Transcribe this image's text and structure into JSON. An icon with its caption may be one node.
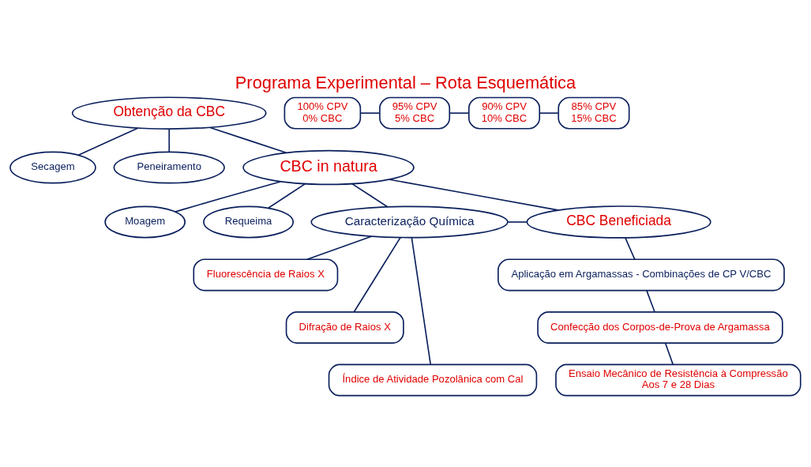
{
  "diagram": {
    "title": "Programa Experimental – Rota Esquemática",
    "nodes": [
      {
        "text": [
          "Obtenção da CBC"
        ]
      },
      {
        "text": [
          "Secagem"
        ]
      },
      {
        "text": [
          "Peneiramento"
        ]
      },
      {
        "text": [
          "CBC in natura"
        ]
      },
      {
        "text": [
          "Moagem"
        ]
      },
      {
        "text": [
          "Requeima"
        ]
      },
      {
        "text": [
          "Caracterização Química"
        ]
      },
      {
        "text": [
          "CBC Beneficiada"
        ]
      },
      {
        "text": [
          "Fluorescência de Raios X"
        ]
      },
      {
        "text": [
          "Difração de Raios X"
        ]
      },
      {
        "text": [
          "Índice de Atividade Pozolânica com Cal"
        ]
      },
      {
        "text": [
          "Aplicação em Argamassas - Combinações de CP V/CBC"
        ]
      },
      {
        "text": [
          "100% CPV",
          "0% CBC"
        ]
      },
      {
        "text": [
          "95% CPV",
          "5% CBC"
        ]
      },
      {
        "text": [
          "90% CPV",
          "10% CBC"
        ]
      },
      {
        "text": [
          "85% CPV",
          "15% CBC"
        ]
      },
      {
        "text": [
          "Confecção dos Corpos-de-Prova de Argamassa"
        ]
      },
      {
        "text": [
          "Ensaio Mecânico de Resistência à Compressão",
          "Aos 7 e 28 Dias"
        ]
      }
    ],
    "edges": [
      {
        "from": 0,
        "to": 1,
        "arrow": "none"
      },
      {
        "from": 0,
        "to": 2,
        "arrow": "none"
      },
      {
        "from": 0,
        "to": 3,
        "arrow": "none"
      },
      {
        "from": 3,
        "to": 4,
        "arrow": "none"
      },
      {
        "from": 3,
        "to": 5,
        "arrow": "none"
      },
      {
        "from": 3,
        "to": 6,
        "arrow": "none"
      },
      {
        "from": 3,
        "to": 7,
        "arrow": "none"
      },
      {
        "from": 6,
        "to": 7,
        "arrow": "none"
      },
      {
        "from": 6,
        "to": 8,
        "arrow": "none"
      },
      {
        "from": 6,
        "to": 9,
        "arrow": "none"
      },
      {
        "from": 6,
        "to": 10,
        "arrow": "none"
      },
      {
        "from": 7,
        "to": 11,
        "arrow": "none"
      },
      {
        "from": 12,
        "to": 13,
        "arrow": "none"
      },
      {
        "from": 13,
        "to": 14,
        "arrow": "none"
      },
      {
        "from": 14,
        "to": 15,
        "arrow": "none"
      },
      {
        "from": 11,
        "to": 16,
        "arrow": "none"
      },
      {
        "from": 16,
        "to": 17,
        "arrow": "none"
      }
    ]
  }
}
